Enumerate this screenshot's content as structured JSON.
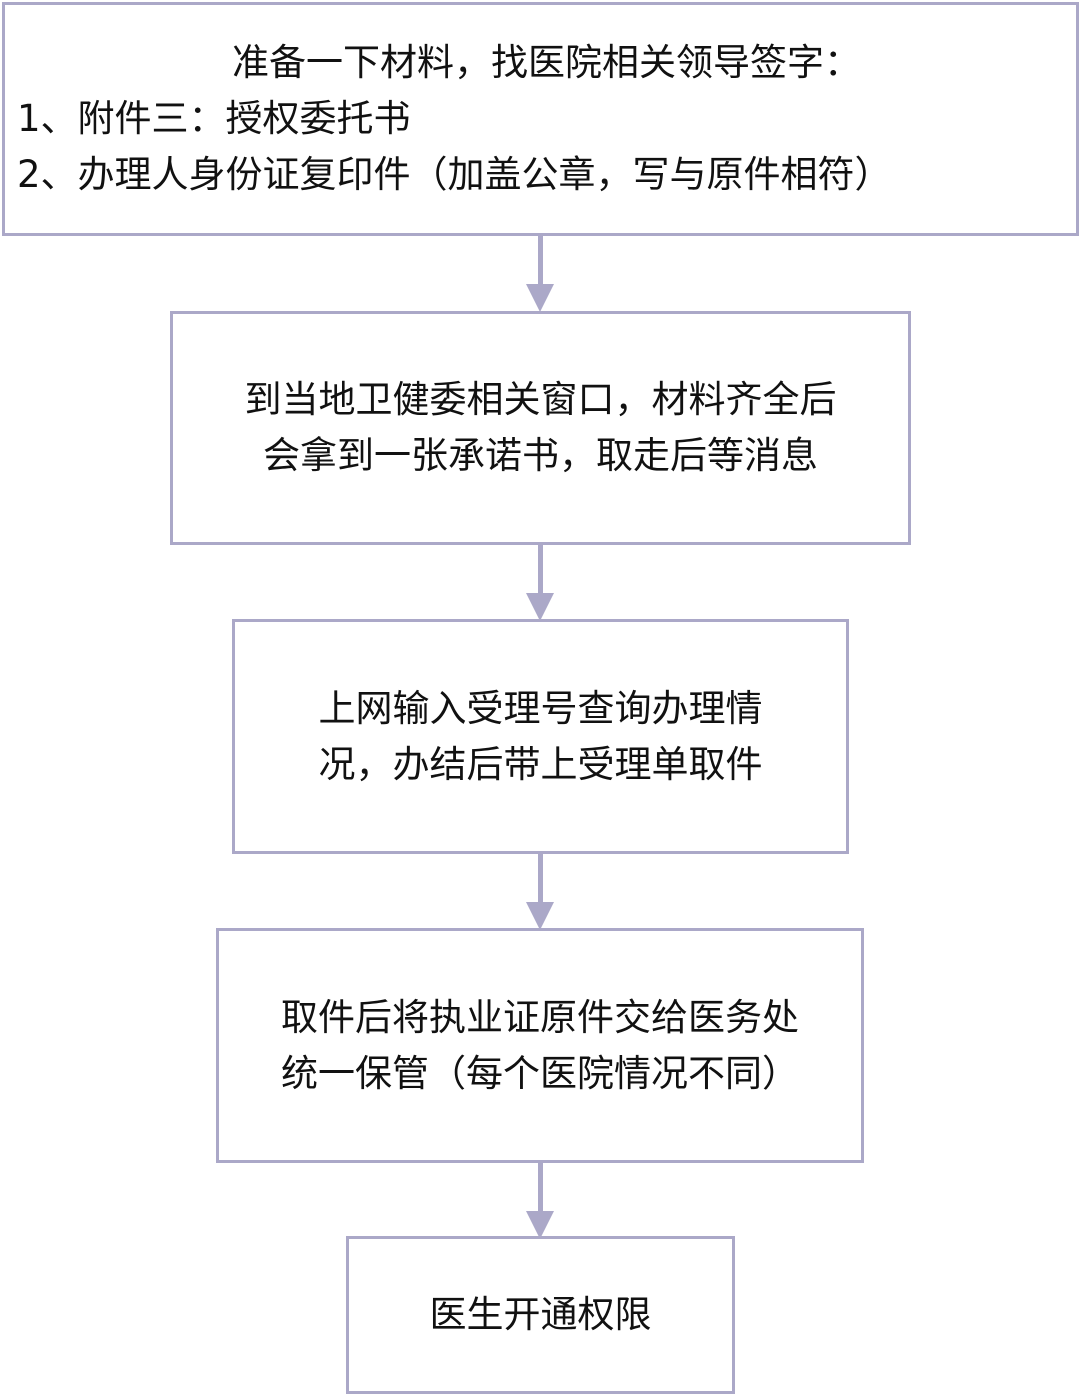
{
  "steps": [
    {
      "title": "准备一下材料，找医院相关领导签字：",
      "items": [
        "1、附件三：授权委托书",
        "2、办理人身份证复印件（加盖公章，写与原件相符）"
      ]
    },
    {
      "lines": [
        "到当地卫健委相关窗口，材料齐全后",
        "会拿到一张承诺书，取走后等消息"
      ]
    },
    {
      "lines": [
        "上网输入受理号查询办理情",
        "况，办结后带上受理单取件"
      ]
    },
    {
      "lines": [
        "取件后将执业证原件交给医务处",
        "统一保管（每个医院情况不同）"
      ]
    },
    {
      "lines": [
        "医生开通权限"
      ]
    }
  ],
  "colors": {
    "border": "#aba8c8",
    "arrow": "#aba8c8"
  }
}
